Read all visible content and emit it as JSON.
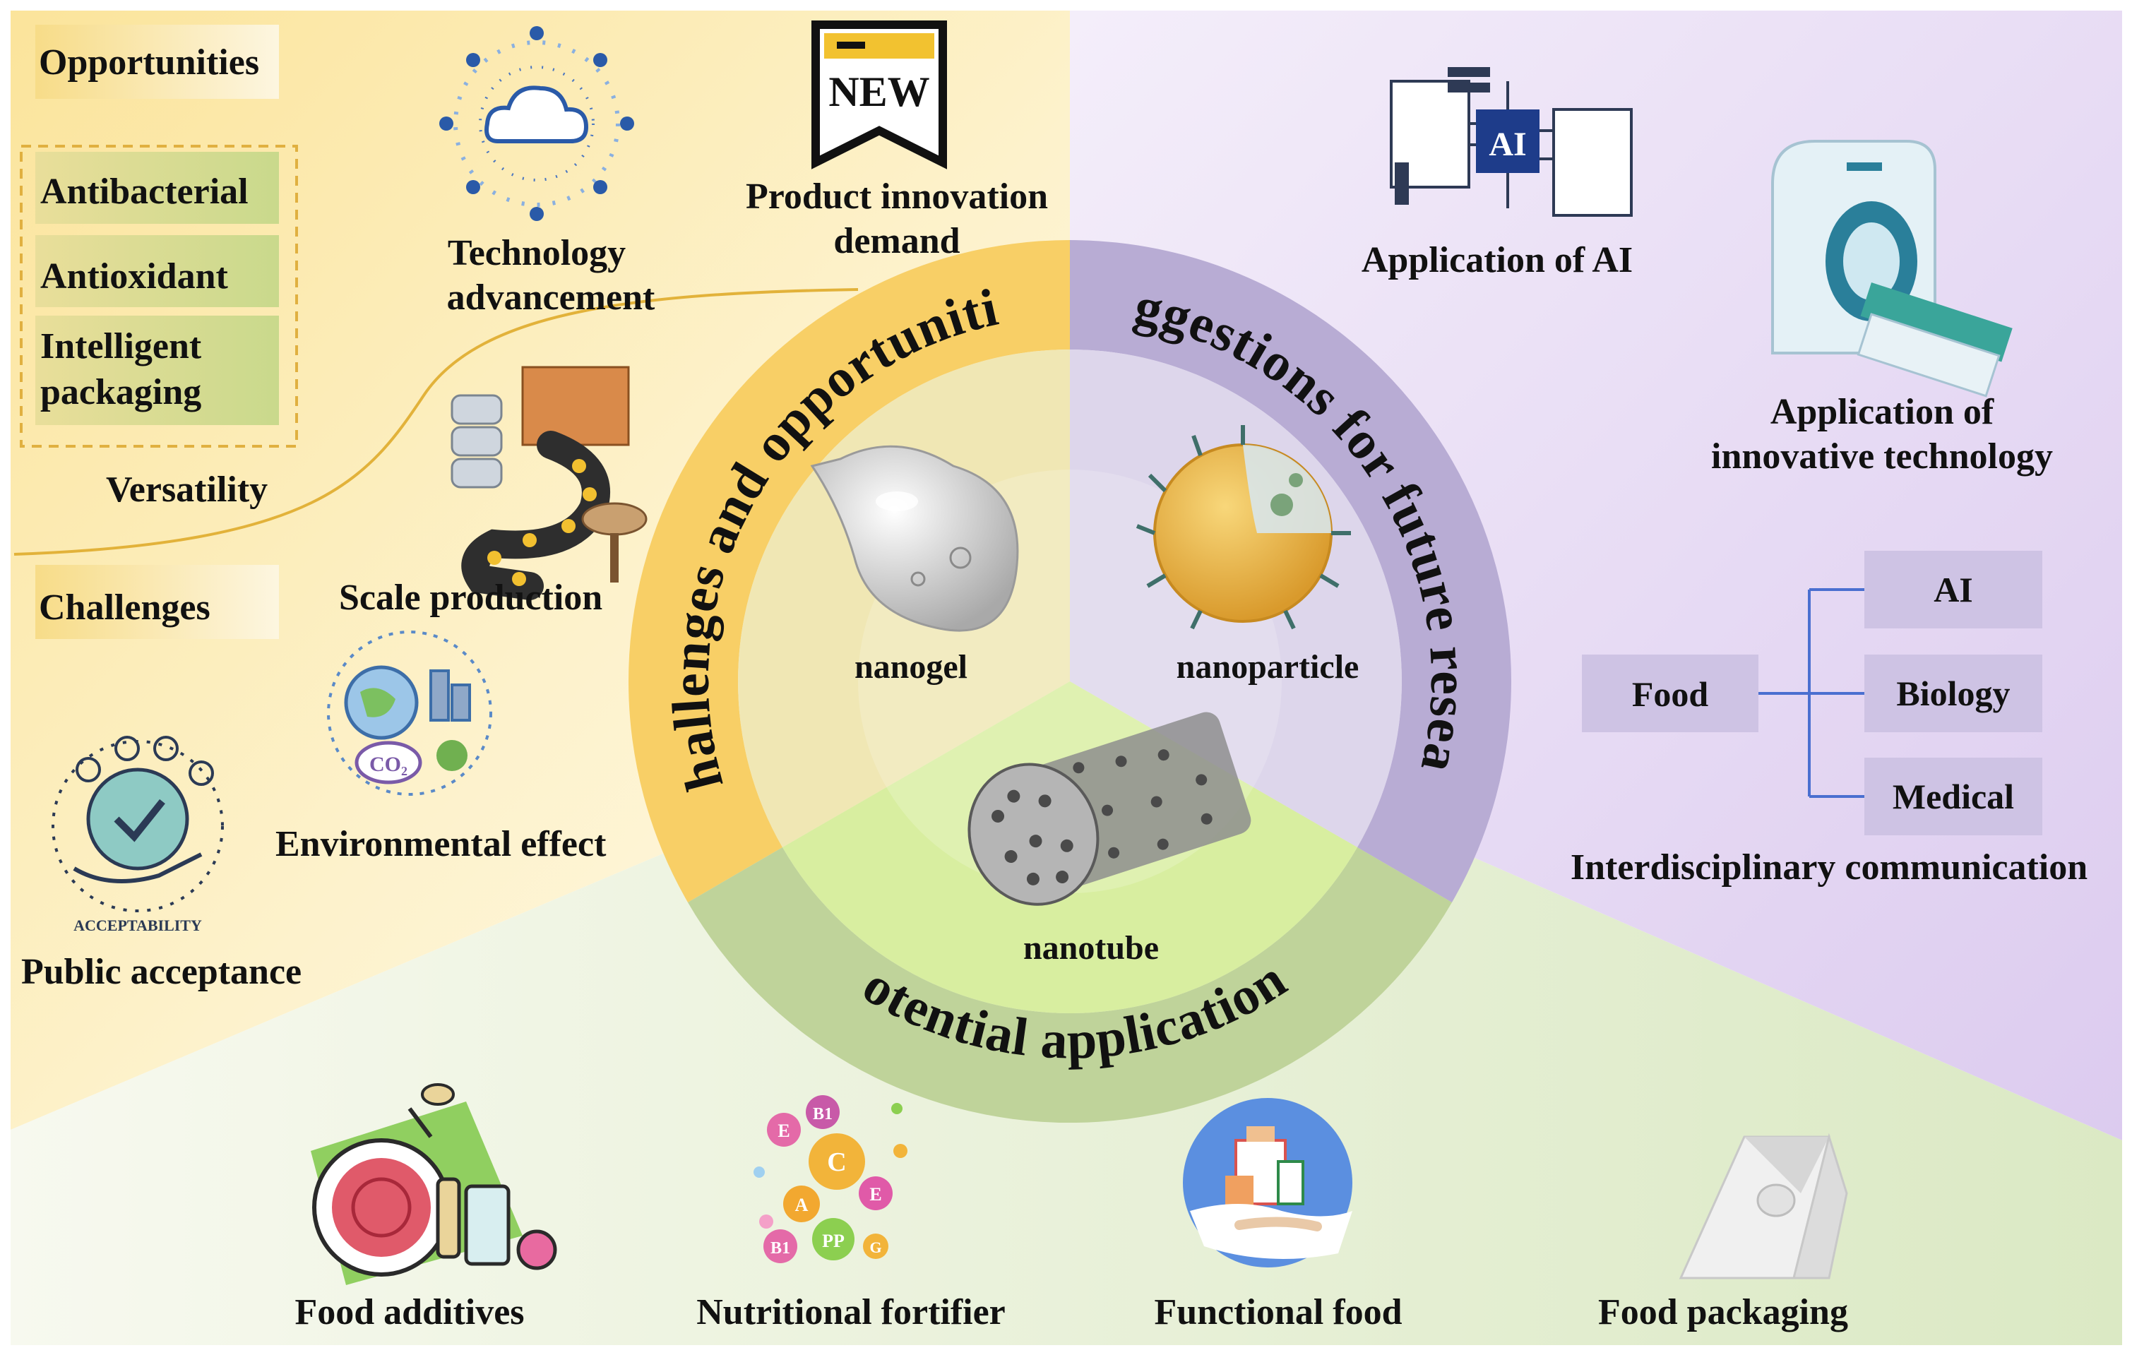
{
  "opportunities": {
    "header": "Opportunities",
    "items": [
      "Antibacterial",
      "Antioxidant",
      "Intelligent",
      "packaging"
    ],
    "versatility": "Versatility",
    "technology": [
      "Technology",
      "advancement"
    ],
    "product_innovation": [
      "Product innovation",
      "demand"
    ],
    "new_badge": "NEW"
  },
  "challenges": {
    "header": "Challenges",
    "scale_production": "Scale production",
    "environmental_effect": "Environmental effect",
    "public_acceptance": "Public acceptance",
    "acceptability_badge": "ACCEPTABILITY"
  },
  "future": {
    "application_ai": "Application of AI",
    "ai_chip": "AI",
    "innovative_tech": [
      "Application of",
      "innovative technology"
    ],
    "food": "Food",
    "branches": [
      "AI",
      "Biology",
      "Medical"
    ],
    "interdisciplinary": "Interdisciplinary communication"
  },
  "applications": {
    "items": [
      "Food additives",
      "Nutritional fortifier",
      "Functional food",
      "Food packaging"
    ],
    "vitamins": [
      "E",
      "B1",
      "C",
      "A",
      "E",
      "B1",
      "PP",
      "G"
    ]
  },
  "ring": {
    "challenges_opportunities": "Challenges and opportunities",
    "future_research": "Suggestions for future research",
    "potential_applications": "Potential applications"
  },
  "core": {
    "nanogel": "nanogel",
    "nanoparticle": "nanoparticle",
    "nanotube": "nanotube"
  },
  "colors": {
    "yellow_bg": "#fbe7a6",
    "purple_bg": "#ece2f5",
    "green_bg": "#e3ecd0",
    "yellow_ring": "#f8cf66",
    "purple_ring": "#b8acd4",
    "green_ring": "#bfd39a"
  }
}
